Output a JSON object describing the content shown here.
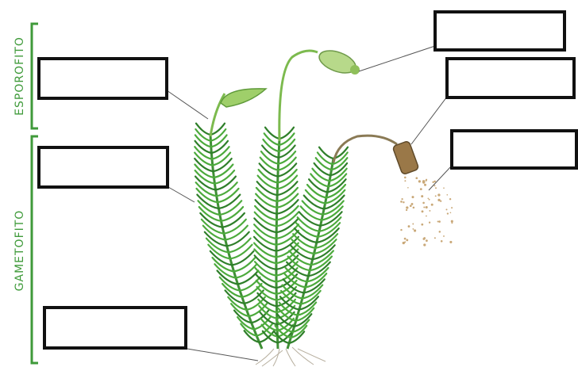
{
  "diagram": {
    "brackets": [
      {
        "id": "esporofito",
        "label": "ESPOROFITO"
      },
      {
        "id": "gametofito",
        "label": "GAMETOFITO"
      }
    ],
    "label_boxes": [
      {
        "id": "box-1",
        "text": ""
      },
      {
        "id": "box-2",
        "text": ""
      },
      {
        "id": "box-3",
        "text": ""
      },
      {
        "id": "box-4",
        "text": ""
      },
      {
        "id": "box-5",
        "text": ""
      },
      {
        "id": "box-6",
        "text": ""
      }
    ],
    "colors": {
      "bracket": "#3f9a3a",
      "leaf": "#4caa3c",
      "leaf_dark": "#2f7f2a",
      "capsule": "#9fcf6a",
      "capsule_brown": "#8a6a3a",
      "spores": "#c9a878",
      "leader_line": "#444444"
    }
  }
}
